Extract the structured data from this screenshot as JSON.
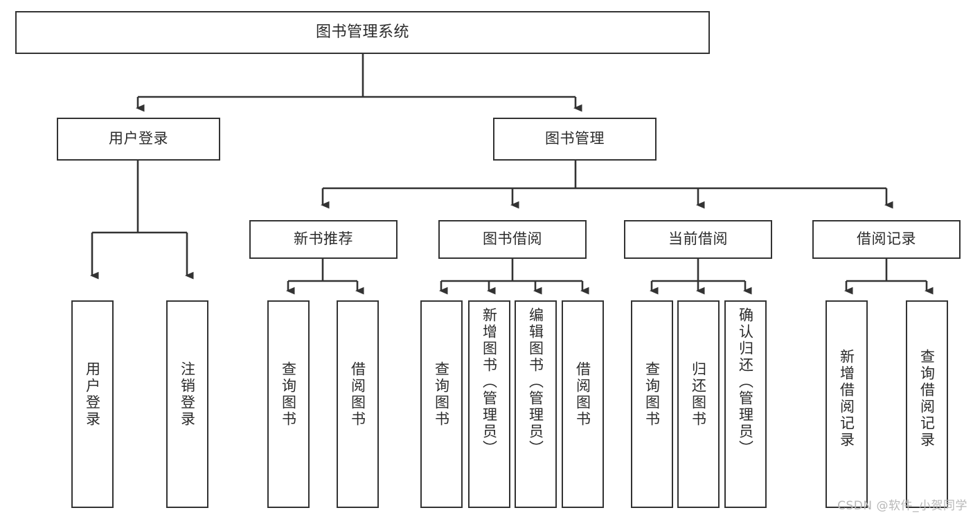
{
  "diagram": {
    "title": "图书管理系统",
    "type": "tree-hierarchy-functional-structure",
    "watermark": "CSDN @软件_小贺同学",
    "colors": {
      "background": "#ffffff",
      "box_border": "#333333",
      "box_fill": "#ffffff",
      "text": "#2b2b2b",
      "connector": "#333333",
      "watermark": "#b8b8b8"
    },
    "root": {
      "label": "图书管理系统"
    },
    "level2": [
      {
        "label": "用户登录"
      },
      {
        "label": "图书管理"
      }
    ],
    "level3": [
      {
        "label": "新书推荐"
      },
      {
        "label": "图书借阅"
      },
      {
        "label": "当前借阅"
      },
      {
        "label": "借阅记录"
      }
    ],
    "leaves": {
      "user_login": [
        {
          "label": "用户登录"
        },
        {
          "label": "注销登录"
        }
      ],
      "new_book_rec": [
        {
          "label": "查询图书"
        },
        {
          "label": "借阅图书"
        }
      ],
      "book_borrow": [
        {
          "label": "查询图书"
        },
        {
          "label": "新增图书（管理员）"
        },
        {
          "label": "编辑图书（管理员）"
        },
        {
          "label": "借阅图书"
        }
      ],
      "current_borrow": [
        {
          "label": "查询图书"
        },
        {
          "label": "归还图书"
        },
        {
          "label": "确认归还（管理员）"
        }
      ],
      "borrow_record": [
        {
          "label": "新增借阅记录"
        },
        {
          "label": "查询借阅记录"
        }
      ]
    }
  }
}
